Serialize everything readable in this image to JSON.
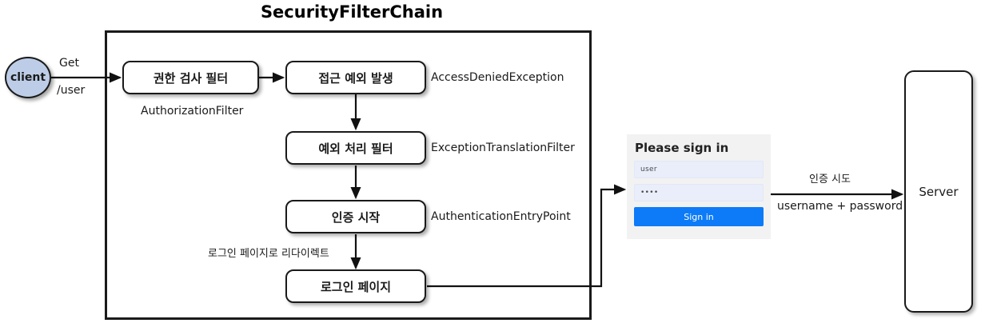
{
  "diagram": {
    "title": "SecurityFilterChain",
    "client_label": "client",
    "server_label": "Server",
    "request_method": "Get",
    "request_path": "/user",
    "boxes": [
      {
        "id": "authorization-filter",
        "label": "권한 검사 필터",
        "annotation": "AuthorizationFilter"
      },
      {
        "id": "access-denied",
        "label": "접근 예외 발생",
        "annotation": "AccessDeniedException"
      },
      {
        "id": "exception-translation",
        "label": "예외 처리 필터",
        "annotation": "ExceptionTranslationFilter"
      },
      {
        "id": "authentication-entry-point",
        "label": "인증 시작",
        "annotation": "AuthenticationEntryPoint"
      },
      {
        "id": "login-page",
        "label": "로그인 페이지",
        "annotation": ""
      }
    ],
    "redirect_label": "로그인 페이지로 리다이렉트",
    "auth_attempt_label": "인증 시도",
    "credentials_label": "username + password"
  },
  "signin_form": {
    "heading": "Please sign in",
    "username_value": "user",
    "password_value": "••••",
    "submit_label": "Sign in"
  },
  "colors": {
    "client_fill": "#bdcde8",
    "stroke": "#1a1a1a",
    "button_blue": "#0d7bf7",
    "card_bg": "#f2f2f2",
    "input_bg": "#e9eefa"
  }
}
